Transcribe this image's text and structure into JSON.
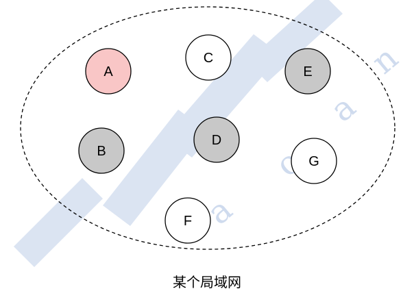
{
  "diagram": {
    "caption": "某个局域网",
    "colors": {
      "highlight": "#f9c6c6",
      "gray": "#c8c8c8",
      "white": "#ffffff",
      "stroke": "#000000",
      "watermark": "#cfdbee"
    },
    "nodes": [
      {
        "id": "A",
        "label": "A",
        "fill": "highlight"
      },
      {
        "id": "B",
        "label": "B",
        "fill": "gray"
      },
      {
        "id": "C",
        "label": "C",
        "fill": "white"
      },
      {
        "id": "D",
        "label": "D",
        "fill": "gray"
      },
      {
        "id": "E",
        "label": "E",
        "fill": "gray"
      },
      {
        "id": "F",
        "label": "F",
        "fill": "white"
      },
      {
        "id": "G",
        "label": "G",
        "fill": "white"
      }
    ]
  }
}
